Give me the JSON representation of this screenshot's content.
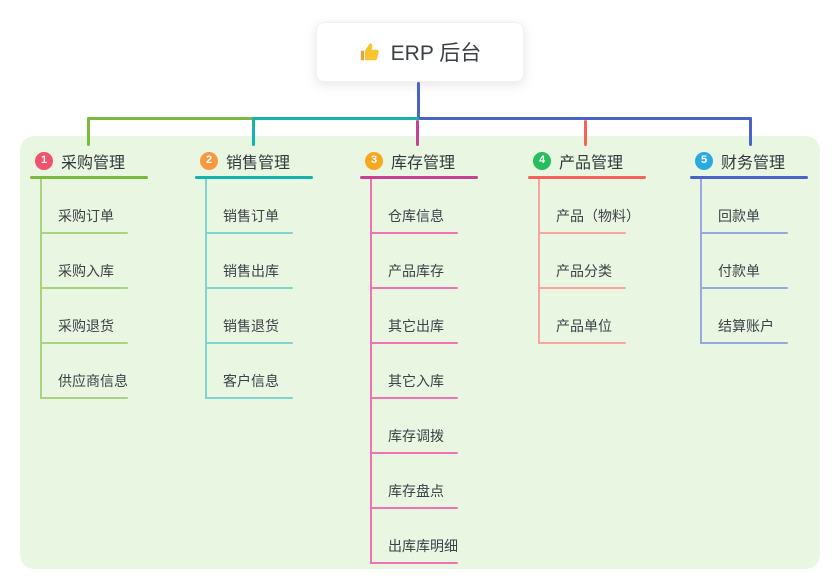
{
  "root": {
    "label": "ERP 后台",
    "icon": "thumbs-up",
    "stem_color": "#4A63C7"
  },
  "panel": {
    "bg_color": "#E9F6E1"
  },
  "connectors": {
    "bus_green": "#7CB93F",
    "bus_teal": "#16B3AC",
    "bus_blue": "#4A63C7"
  },
  "branches": [
    {
      "index": "1",
      "title": "采购管理",
      "badge_color": "#F0536E",
      "line_color": "#7CB93F",
      "child_line_color": "#A9D383",
      "children": [
        "采购订单",
        "采购入库",
        "采购退货",
        "供应商信息"
      ]
    },
    {
      "index": "2",
      "title": "销售管理",
      "badge_color": "#F6993F",
      "line_color": "#16B3AC",
      "child_line_color": "#7FD4CD",
      "children": [
        "销售订单",
        "销售出库",
        "销售退货",
        "客户信息"
      ]
    },
    {
      "index": "3",
      "title": "库存管理",
      "badge_color": "#F7A823",
      "line_color": "#C64196",
      "child_line_color": "#F272B6",
      "children": [
        "仓库信息",
        "产品库存",
        "其它出库",
        "其它入库",
        "库存调拨",
        "库存盘点",
        "出库库明细"
      ]
    },
    {
      "index": "4",
      "title": "产品管理",
      "badge_color": "#26BE5D",
      "line_color": "#F4625C",
      "child_line_color": "#F8A6A0",
      "children": [
        "产品（物料）",
        "产品分类",
        "产品单位"
      ]
    },
    {
      "index": "5",
      "title": "财务管理",
      "badge_color": "#2BAAE2",
      "line_color": "#4A63C7",
      "child_line_color": "#96A9DE",
      "children": [
        "回款单",
        "付款单",
        "结算账户"
      ]
    }
  ]
}
